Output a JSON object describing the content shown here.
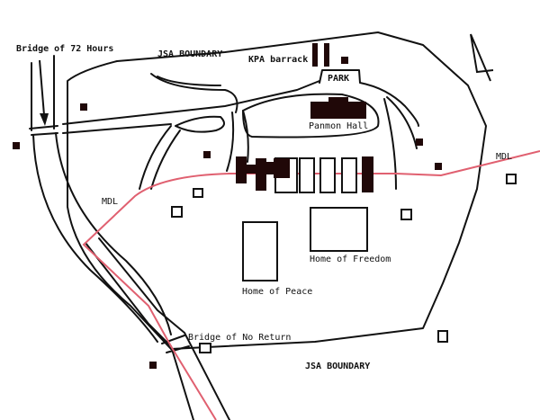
{
  "map": {
    "labels": {
      "bridge_72": "Bridge of 72 Hours",
      "jsa_top": "JSA BOUNDARY",
      "kpa_barrack": "KPA barrack",
      "park": "PARK",
      "panmon_hall": "Panmon Hall",
      "mdl_left": "MDL",
      "mdl_right": "MDL",
      "home_freedom": "Home of Freedom",
      "home_peace": "Home of Peace",
      "bridge_no_return": "Bridge of No Return",
      "jsa_bottom": "JSA BOUNDARY"
    },
    "colors": {
      "line": "#111111",
      "mdl": "#e06070",
      "building_solid": "#200808"
    },
    "icons": {
      "north_arrow": "north-arrow-icon",
      "pointer_arrow": "down-arrow-icon"
    }
  }
}
